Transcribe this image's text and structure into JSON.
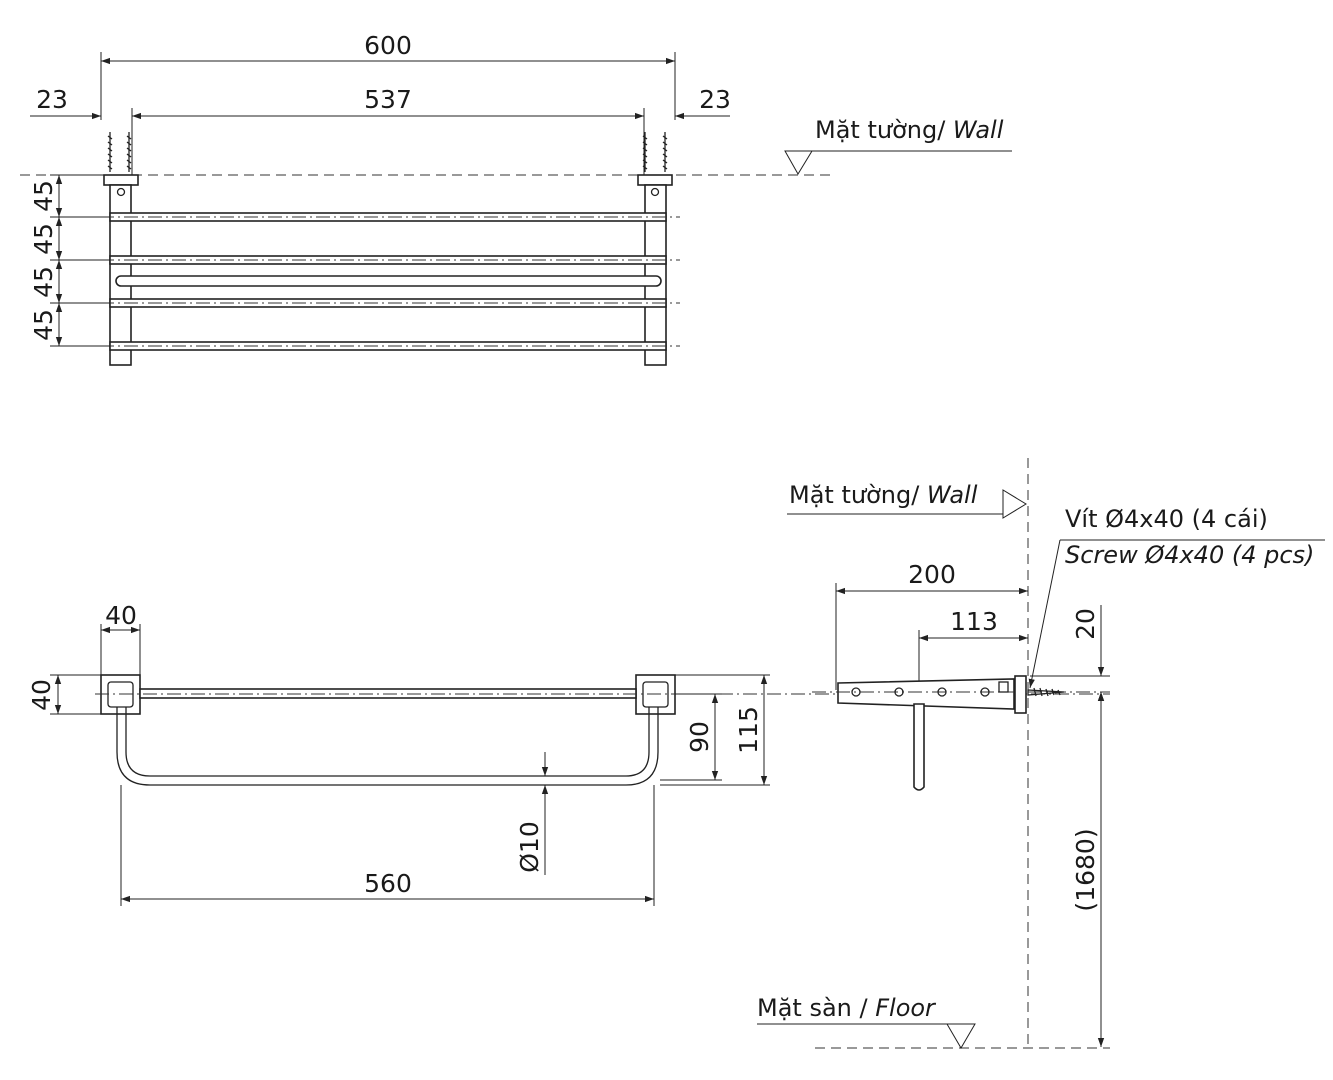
{
  "top_view": {
    "dim_overall": "600",
    "dim_inner": "537",
    "dim_left": "23",
    "dim_right": "23",
    "wall_label": "Mặt tường/ ",
    "wall_label_en": "Wall",
    "spacing": [
      "45",
      "45",
      "45",
      "45"
    ]
  },
  "front_view": {
    "dim_post": "40",
    "dim_post_height": "40",
    "dim_drop": "90",
    "dim_total_height": "115",
    "dim_diameter": "Ø10",
    "dim_bar_length": "560"
  },
  "side_view": {
    "wall_label": "Mặt tường/ ",
    "wall_label_en": "Wall",
    "screw_label": "Vít Ø4x40 (4 cái)",
    "screw_label_en": "Screw Ø4x40 (4 pcs)",
    "dim_depth": "200",
    "dim_arm": "113",
    "dim_offset": "20",
    "dim_mount_height": "(1680)",
    "floor_label": "Mặt sàn / ",
    "floor_label_en": "Floor"
  }
}
